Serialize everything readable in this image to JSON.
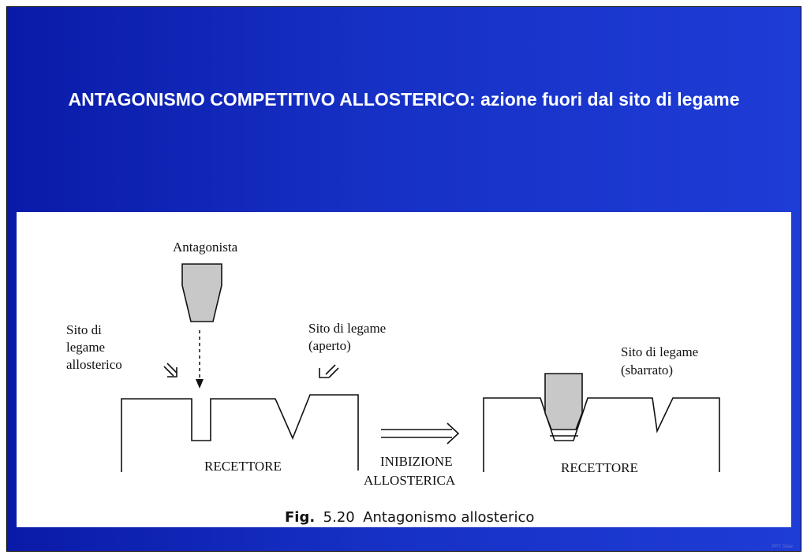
{
  "slide": {
    "title": "ANTAGONISMO COMPETITIVO ALLOSTERICO: azione fuori dal sito di legame",
    "background_color": "#1a2fc8"
  },
  "figure": {
    "labels": {
      "antagonista": "Antagonista",
      "sito_allosterico": [
        "Sito di",
        "legame",
        "allosterico"
      ],
      "sito_aperto": [
        "Sito di legame",
        "(aperto)"
      ],
      "recettore_left": "RECETTORE",
      "inibizione": [
        "INIBIZIONE",
        "ALLOSTERICA"
      ],
      "sito_sbarrato": [
        "Sito di legame",
        "(sbarrato)"
      ],
      "recettore_right": "RECETTORE"
    },
    "caption": {
      "prefix": "Fig.",
      "number": "5.20",
      "text": "Antagonismo allosterico"
    },
    "colors": {
      "antagonist_fill": "#c8c8c8",
      "line": "#111111"
    }
  },
  "footer": {
    "mark": "PPT Slide"
  }
}
